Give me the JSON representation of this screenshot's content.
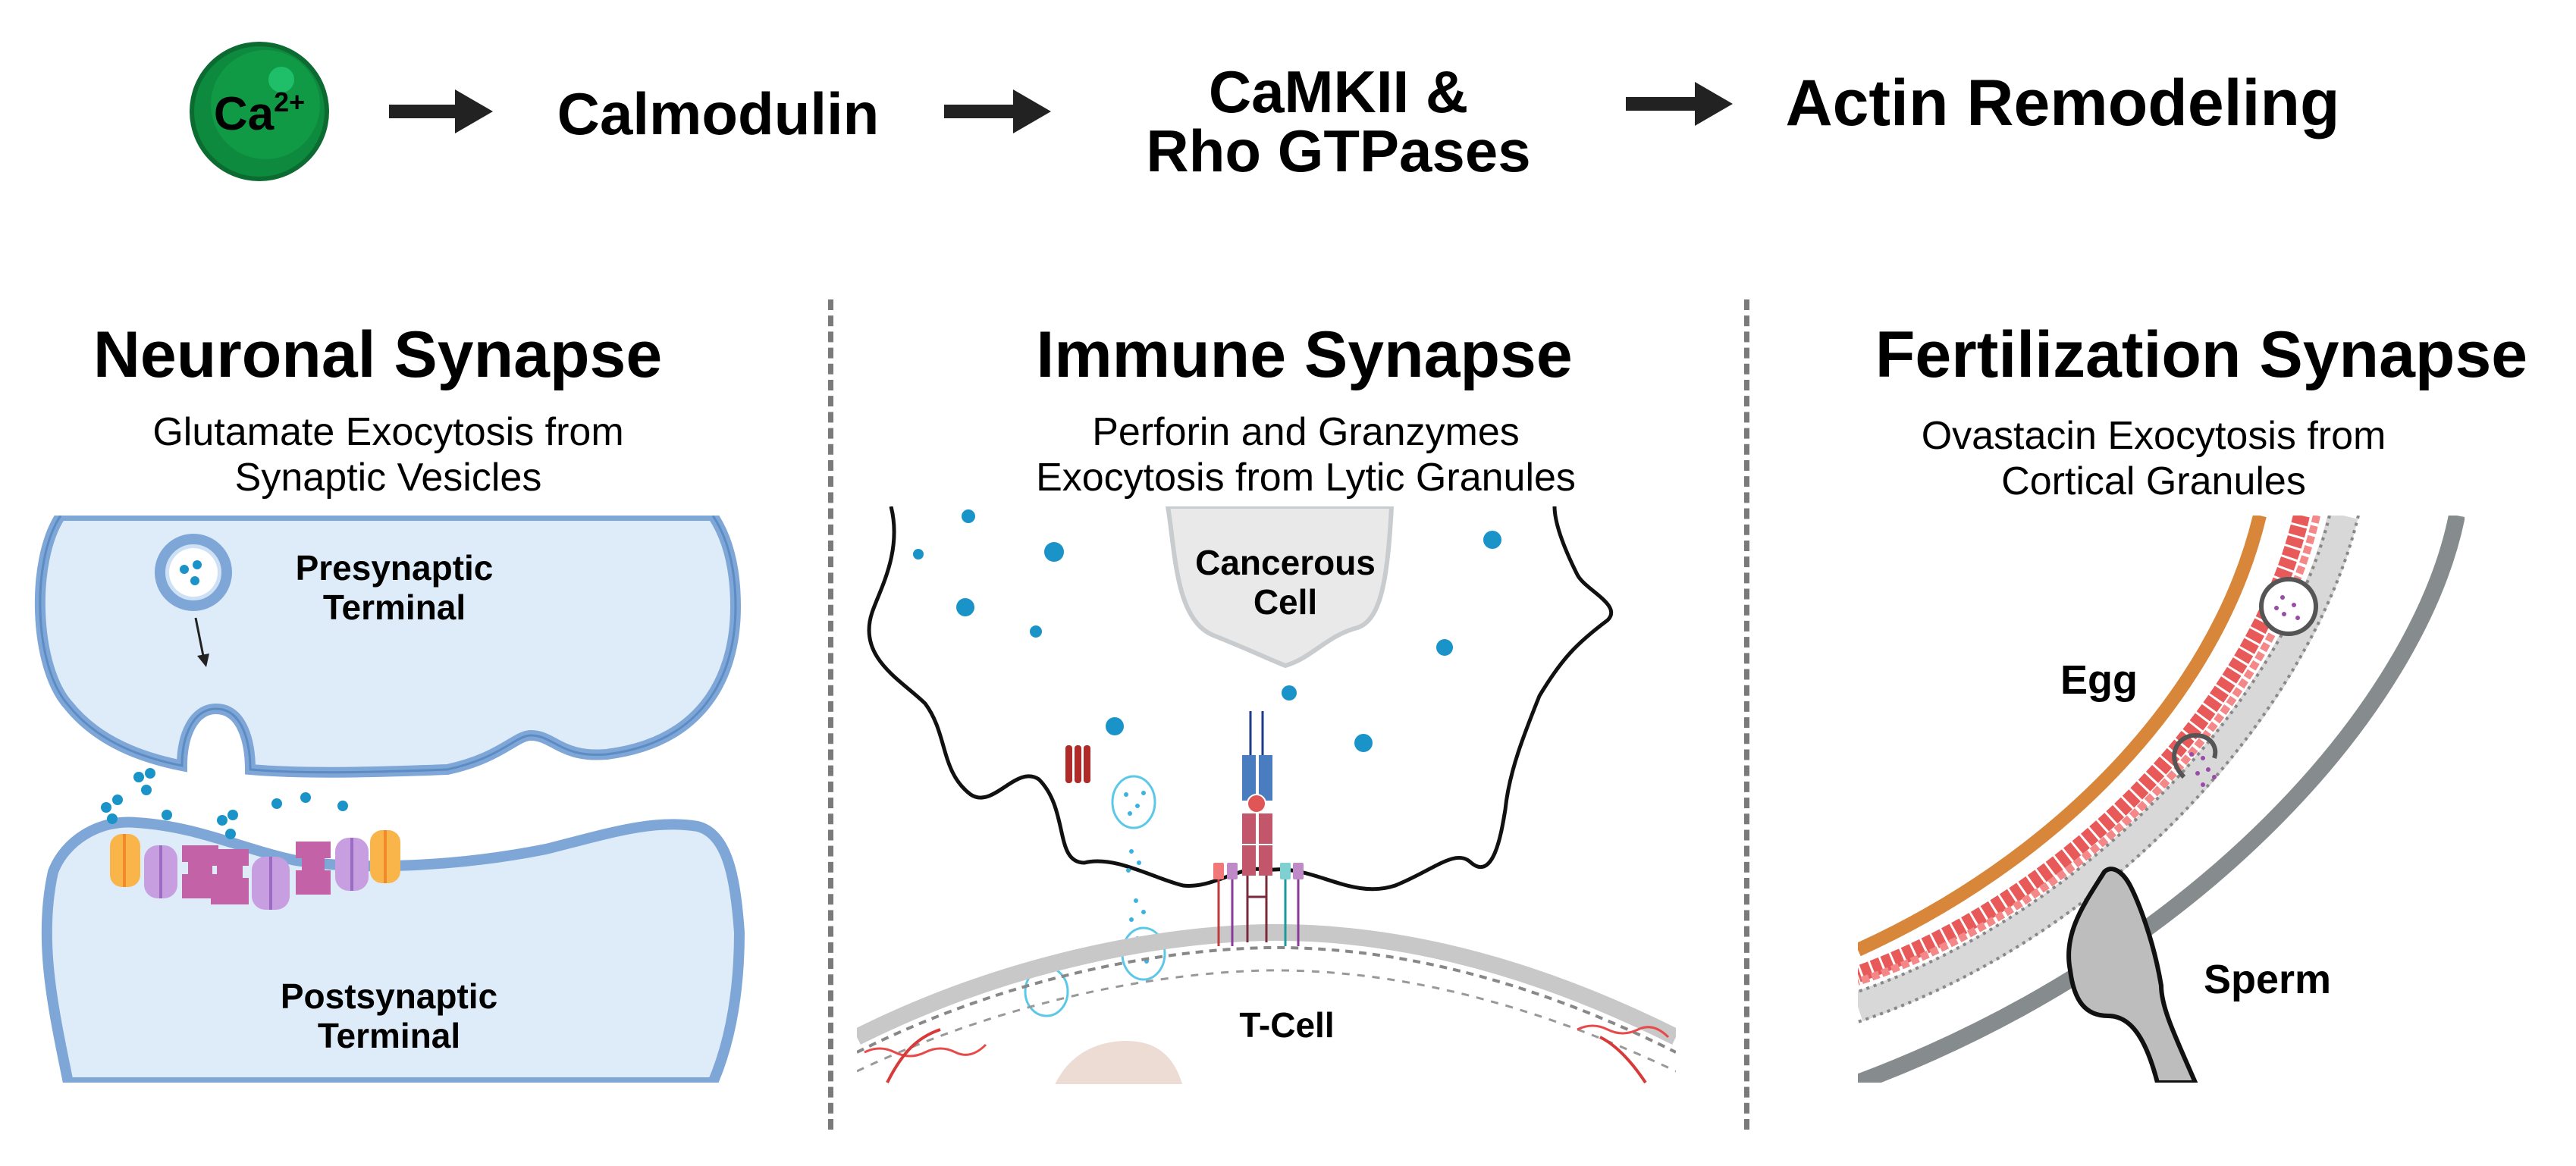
{
  "pathway": {
    "ion": {
      "symbol": "Ca",
      "charge": "2+"
    },
    "steps": [
      {
        "label": "Calmodulin"
      },
      {
        "line1": "CaMKII &",
        "line2": "Rho GTPases"
      },
      {
        "label": "Actin Remodeling"
      }
    ],
    "arrow_icon": "right-arrow-icon"
  },
  "panels": [
    {
      "title": "Neuronal Synapse",
      "subtitle_line1": "Glutamate Exocytosis from",
      "subtitle_line2": "Synaptic Vesicles",
      "labels": {
        "top_line1": "Presynaptic",
        "top_line2": "Terminal",
        "bottom_line1": "Postsynaptic",
        "bottom_line2": "Terminal"
      }
    },
    {
      "title": "Immune Synapse",
      "subtitle_line1": "Perforin and Granzymes",
      "subtitle_line2": "Exocytosis from Lytic Granules",
      "labels": {
        "target_line1": "Cancerous",
        "target_line2": "Cell",
        "effector": "T-Cell"
      }
    },
    {
      "title": "Fertilization Synapse",
      "subtitle_line1": "Ovastacin Exocytosis from",
      "subtitle_line2": "Cortical Granules",
      "labels": {
        "egg": "Egg",
        "sperm": "Sperm"
      }
    }
  ],
  "colors": {
    "calcium_fill": "#0a9a46",
    "calcium_dark": "#0b6b30",
    "membrane_blue": "#7ea7d8",
    "cytoplasm_blue": "#deebf8",
    "neurotransmitter": "#1a94c8",
    "receptor_orange": "#f9b54a",
    "receptor_lilac": "#c79ee0",
    "receptor_magenta": "#c462a8",
    "perforin_red": "#b02a2a",
    "tcr_blue": "#4a7cc0",
    "tcr_red": "#c2566a",
    "zona_orange": "#d8863a",
    "cortical_red": "#e85a5a",
    "sperm_grey": "#bdbdbd",
    "egg_shell_grey": "#868b8d"
  }
}
